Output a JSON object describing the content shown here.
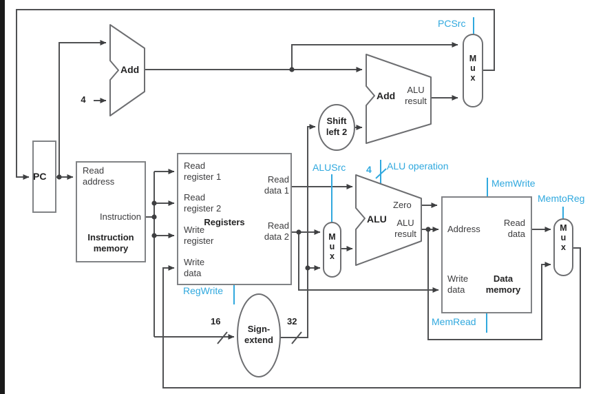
{
  "labels": {
    "pc": "PC",
    "im_read_address": "Read\naddress",
    "im_instruction": "Instruction",
    "im_name": "Instruction\nmemory",
    "reg_read_register_1": "Read\nregister 1",
    "reg_read_register_2": "Read\nregister 2",
    "reg_write_register": "Write\nregister",
    "reg_write_data": "Write\ndata",
    "reg_read_data_1": "Read\ndata 1",
    "reg_read_data_2": "Read\ndata 2",
    "reg_name": "Registers",
    "dm_address": "Address",
    "dm_read_data": "Read\ndata",
    "dm_write_data": "Write\ndata",
    "dm_name": "Data\nmemory",
    "add_pc": "Add",
    "add_branch": "Add",
    "add_branch_result": "ALU\nresult",
    "alu_name": "ALU",
    "alu_zero": "Zero",
    "alu_result": "ALU\nresult",
    "shift_left_2": "Shift\nleft 2",
    "sign_extend": "Sign-\nextend",
    "mux_pcsrc": "M\nu\nx",
    "mux_alusrc": "M\nu\nx",
    "mux_memtoreg": "M\nu\nx"
  },
  "control_signals": {
    "pcsrc": "PCSrc",
    "alusrc": "ALUSrc",
    "alu_operation": "ALU operation",
    "alu_op_width": "4",
    "mem_write": "MemWrite",
    "memto_reg": "MemtoReg",
    "reg_write": "RegWrite",
    "mem_read": "MemRead"
  },
  "bus_widths": {
    "pc_increment": "4",
    "immediate_in": "16",
    "immediate_out": "32"
  },
  "colors": {
    "control": "#2fa8de",
    "wire": "#4f5052",
    "border": "#808285",
    "arrow": "#3e3f41",
    "text": "#3b3b3d",
    "edge": "#1a1a1a"
  }
}
